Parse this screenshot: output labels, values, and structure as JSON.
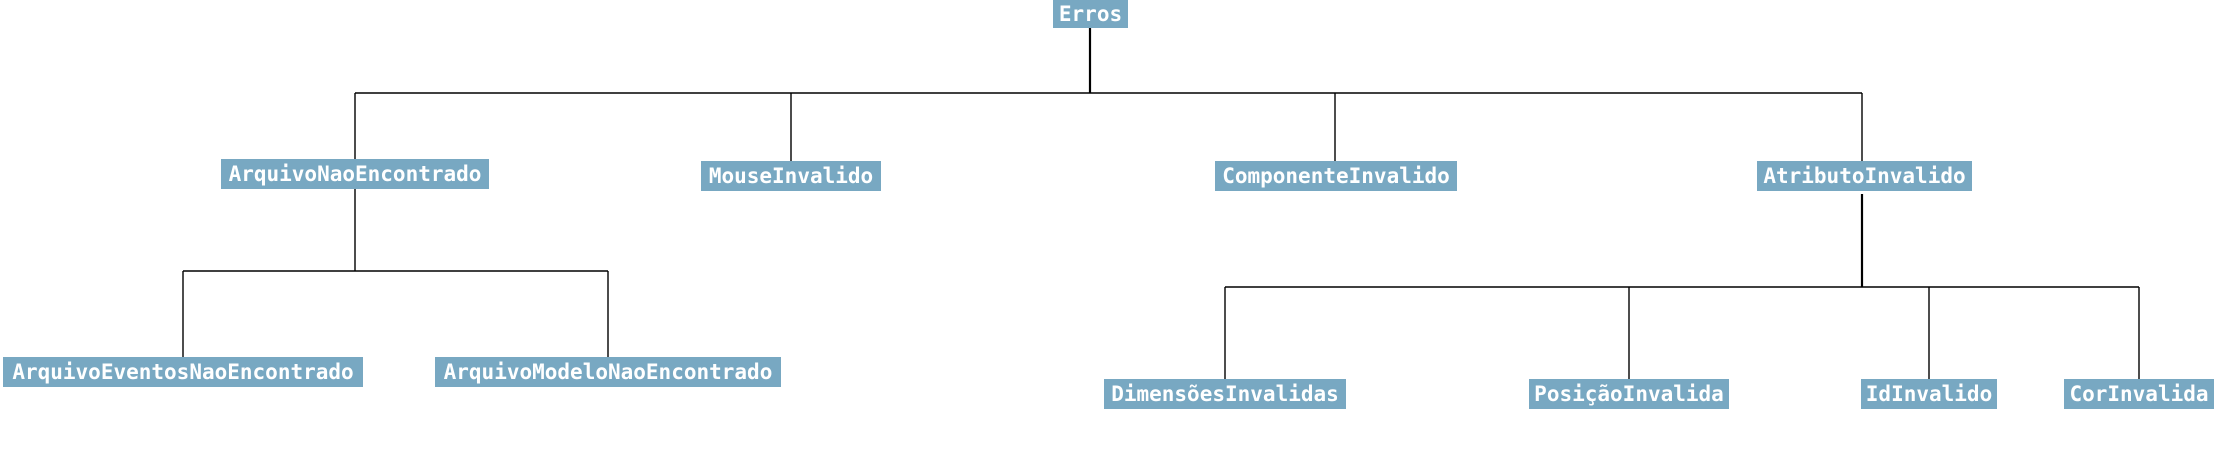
{
  "diagram": {
    "type": "tree",
    "colors": {
      "node_fill": "#78a8c2",
      "node_text": "#ffffff",
      "edge": "#000000"
    },
    "nodes": {
      "root": "Erros",
      "arquivo_nao_encontrado": "ArquivoNaoEncontrado",
      "mouse_invalido": "MouseInvalido",
      "componente_invalido": "ComponenteInvalido",
      "atributo_invalido": "AtributoInvalido",
      "arquivo_eventos_nao_encontrado": "ArquivoEventosNaoEncontrado",
      "arquivo_modelo_nao_encontrado": "ArquivoModeloNaoEncontrado",
      "dimensoes_invalidas": "DimensõesInvalidas",
      "posicao_invalida": "PosiçãoInvalida",
      "id_invalido": "IdInvalido",
      "cor_invalida": "CorInvalida"
    },
    "edges": [
      [
        "root",
        "arquivo_nao_encontrado"
      ],
      [
        "root",
        "mouse_invalido"
      ],
      [
        "root",
        "componente_invalido"
      ],
      [
        "root",
        "atributo_invalido"
      ],
      [
        "arquivo_nao_encontrado",
        "arquivo_eventos_nao_encontrado"
      ],
      [
        "arquivo_nao_encontrado",
        "arquivo_modelo_nao_encontrado"
      ],
      [
        "atributo_invalido",
        "dimensoes_invalidas"
      ],
      [
        "atributo_invalido",
        "posicao_invalida"
      ],
      [
        "atributo_invalido",
        "id_invalido"
      ],
      [
        "atributo_invalido",
        "cor_invalida"
      ]
    ]
  }
}
